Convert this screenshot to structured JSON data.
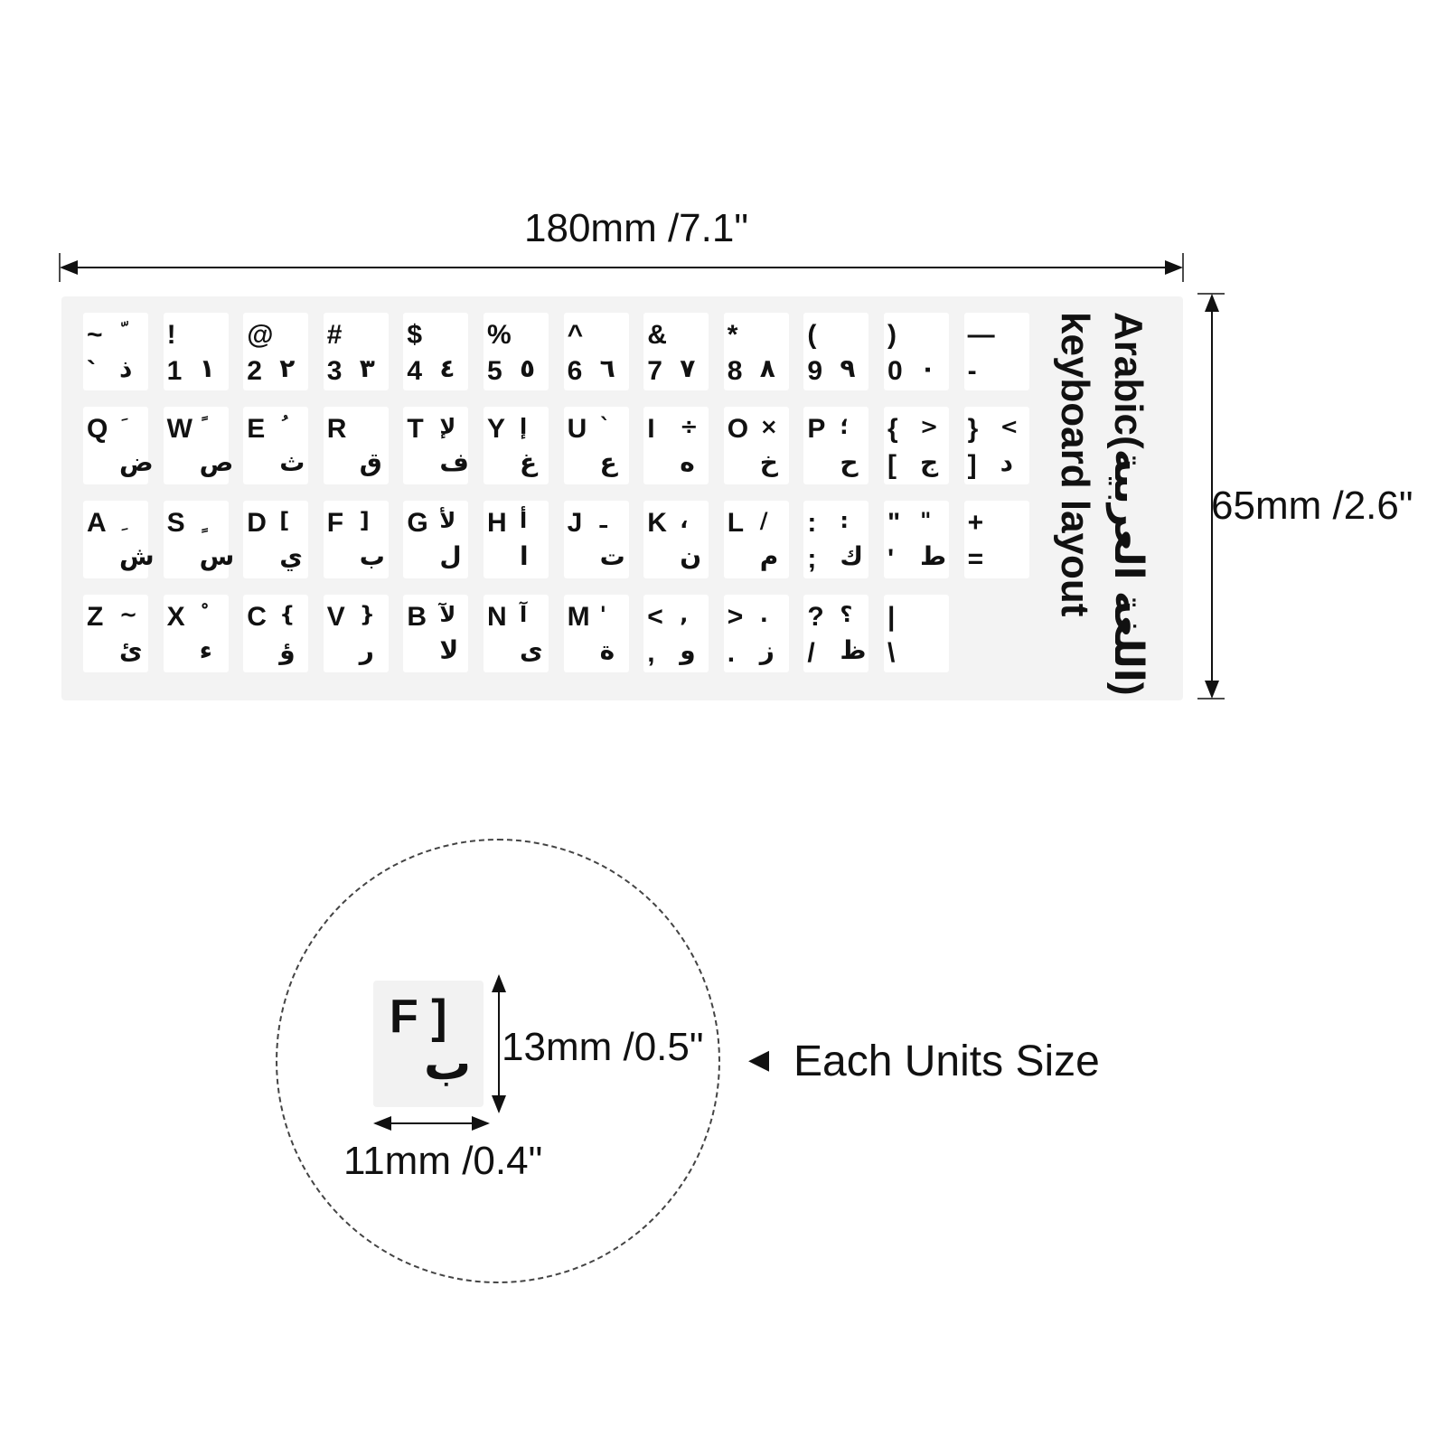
{
  "dimensions": {
    "sheet_width": "180mm /7.1\"",
    "sheet_height": "65mm /2.6\"",
    "unit_height": "13mm /0.5\"",
    "unit_width": "11mm /0.4\""
  },
  "title": {
    "line1": "Arabic(اللغة العربية)",
    "line2": "keyboard layout"
  },
  "keyboard_rows": [
    [
      {
        "tl": "~",
        "tr": "ّ",
        "bl": "`",
        "br": "ذ"
      },
      {
        "tl": "!",
        "tr": "",
        "bl": "1",
        "br": "١"
      },
      {
        "tl": "@",
        "tr": "",
        "bl": "2",
        "br": "٢"
      },
      {
        "tl": "#",
        "tr": "",
        "bl": "3",
        "br": "٣"
      },
      {
        "tl": "$",
        "tr": "",
        "bl": "4",
        "br": "٤"
      },
      {
        "tl": "%",
        "tr": "",
        "bl": "5",
        "br": "٥"
      },
      {
        "tl": "^",
        "tr": "",
        "bl": "6",
        "br": "٦"
      },
      {
        "tl": "&",
        "tr": "",
        "bl": "7",
        "br": "٧"
      },
      {
        "tl": "*",
        "tr": "",
        "bl": "8",
        "br": "٨"
      },
      {
        "tl": "(",
        "tr": "",
        "bl": "9",
        "br": "٩"
      },
      {
        "tl": ")",
        "tr": "",
        "bl": "0",
        "br": "٠"
      },
      {
        "tl": "—",
        "tr": "",
        "bl": "-",
        "br": ""
      }
    ],
    [
      {
        "tl": "Q",
        "tr": "َ",
        "bl": "",
        "br": "ض"
      },
      {
        "tl": "W",
        "tr": "ً",
        "bl": "",
        "br": "ص"
      },
      {
        "tl": "E",
        "tr": "ُ",
        "bl": "",
        "br": "ث"
      },
      {
        "tl": "R",
        "tr": "",
        "bl": "",
        "br": "ق"
      },
      {
        "tl": "T",
        "tr": "لإ",
        "bl": "",
        "br": "ف"
      },
      {
        "tl": "Y",
        "tr": "إ",
        "bl": "",
        "br": "غ"
      },
      {
        "tl": "U",
        "tr": "`",
        "bl": "",
        "br": "ع"
      },
      {
        "tl": "I",
        "tr": "÷",
        "bl": "",
        "br": "ه"
      },
      {
        "tl": "O",
        "tr": "×",
        "bl": "",
        "br": "خ"
      },
      {
        "tl": "P",
        "tr": "؛",
        "bl": "",
        "br": "ح"
      },
      {
        "tl": "{",
        "tr": ">",
        "bl": "[",
        "br": "ج"
      },
      {
        "tl": "}",
        "tr": "<",
        "bl": "]",
        "br": "د"
      }
    ],
    [
      {
        "tl": "A",
        "tr": "ِ",
        "bl": "",
        "br": "ش"
      },
      {
        "tl": "S",
        "tr": "ٍ",
        "bl": "",
        "br": "س"
      },
      {
        "tl": "D",
        "tr": "[",
        "bl": "",
        "br": "ي"
      },
      {
        "tl": "F",
        "tr": "]",
        "bl": "",
        "br": "ب"
      },
      {
        "tl": "G",
        "tr": "لأ",
        "bl": "",
        "br": "ل"
      },
      {
        "tl": "H",
        "tr": "أ",
        "bl": "",
        "br": "ا"
      },
      {
        "tl": "J",
        "tr": "ـ",
        "bl": "",
        "br": "ت"
      },
      {
        "tl": "K",
        "tr": "،",
        "bl": "",
        "br": "ن"
      },
      {
        "tl": "L",
        "tr": "/",
        "bl": "",
        "br": "م"
      },
      {
        "tl": ":",
        "tr": ":",
        "bl": ";",
        "br": "ك"
      },
      {
        "tl": "\"",
        "tr": "\"",
        "bl": "'",
        "br": "ط"
      },
      {
        "tl": "+",
        "tr": "",
        "bl": "=",
        "br": ""
      }
    ],
    [
      {
        "tl": "Z",
        "tr": "~",
        "bl": "",
        "br": "ئ"
      },
      {
        "tl": "X",
        "tr": "ْ",
        "bl": "",
        "br": "ء"
      },
      {
        "tl": "C",
        "tr": "{",
        "bl": "",
        "br": "ؤ"
      },
      {
        "tl": "V",
        "tr": "}",
        "bl": "",
        "br": "ر"
      },
      {
        "tl": "B",
        "tr": "لآ",
        "bl": "",
        "br": "لا"
      },
      {
        "tl": "N",
        "tr": "آ",
        "bl": "",
        "br": "ى"
      },
      {
        "tl": "M",
        "tr": "'",
        "bl": "",
        "br": "ة"
      },
      {
        "tl": "<",
        "tr": ",",
        "bl": ",",
        "br": "و"
      },
      {
        "tl": ">",
        "tr": ".",
        "bl": ".",
        "br": "ز"
      },
      {
        "tl": "?",
        "tr": "؟",
        "bl": "/",
        "br": "ظ"
      },
      {
        "tl": "|",
        "tr": "",
        "bl": "\\",
        "br": ""
      }
    ]
  ],
  "unit_detail": {
    "key": {
      "tl": "F ]",
      "br": "ب"
    },
    "pointer_icon": "left-triangle-pointer-icon",
    "caption": "Each Units Size"
  }
}
